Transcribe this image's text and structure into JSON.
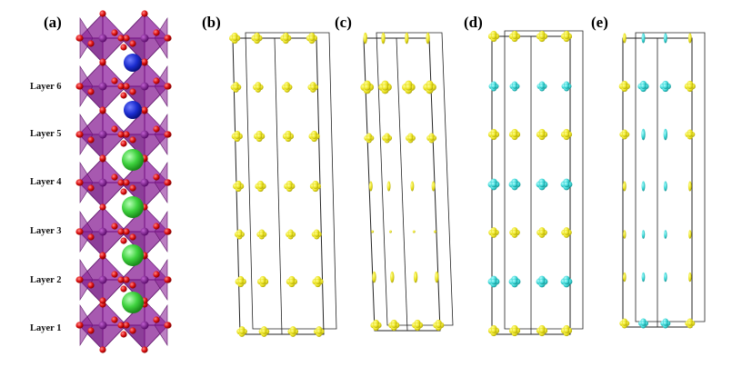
{
  "panels": [
    {
      "label": "(a)"
    },
    {
      "label": "(b)"
    },
    {
      "label": "(c)"
    },
    {
      "label": "(d)"
    },
    {
      "label": "(e)"
    }
  ],
  "layers": [
    {
      "label": "Layer 6"
    },
    {
      "label": "Layer 5"
    },
    {
      "label": "Layer 4"
    },
    {
      "label": "Layer 3"
    },
    {
      "label": "Layer 2"
    },
    {
      "label": "Layer  1"
    }
  ],
  "colors": {
    "octahedron": "#8e2a9a",
    "octahedron_edge": "#5a1066",
    "oxygen": "#dd1111",
    "b_site": "#6a0f7a",
    "a_site_blue": "#1a2ccf",
    "a_site_green": "#3ed23e",
    "isosurface_yellow": "#e9e01a",
    "isosurface_cyan": "#36d4d4",
    "cell_edge": "#222222"
  }
}
